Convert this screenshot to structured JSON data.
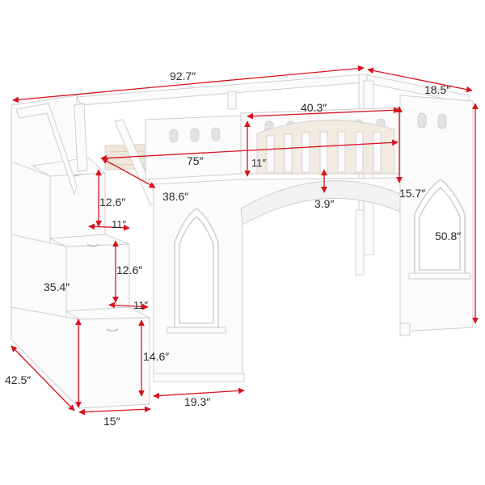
{
  "product": {
    "colors": {
      "furniture": "#fbfbfb",
      "edge": "#cfcfcf",
      "shadow": "#e6e6e6",
      "dimension": "#d8121c",
      "text": "#2a2a2a"
    }
  },
  "dimensions": {
    "overall_length": "92.7″",
    "tower_depth": "18.5″",
    "arch_window_width": "40.3″",
    "inner_length": "75″",
    "guard_height": "11″",
    "arch_gap": "3.9″",
    "tower_top": "15.7″",
    "bed_width": "38.6″",
    "step_rise_upper": "12.6″",
    "step_depth_upper": "11″",
    "step_rise_middle": "12.6″",
    "step_depth_middle": "11″",
    "stair_height": "35.4″",
    "tower_height": "50.8″",
    "bottom_step": "14.6″",
    "front_panel_width": "19.3″",
    "overall_depth": "42.5″",
    "stair_width": "15″"
  }
}
